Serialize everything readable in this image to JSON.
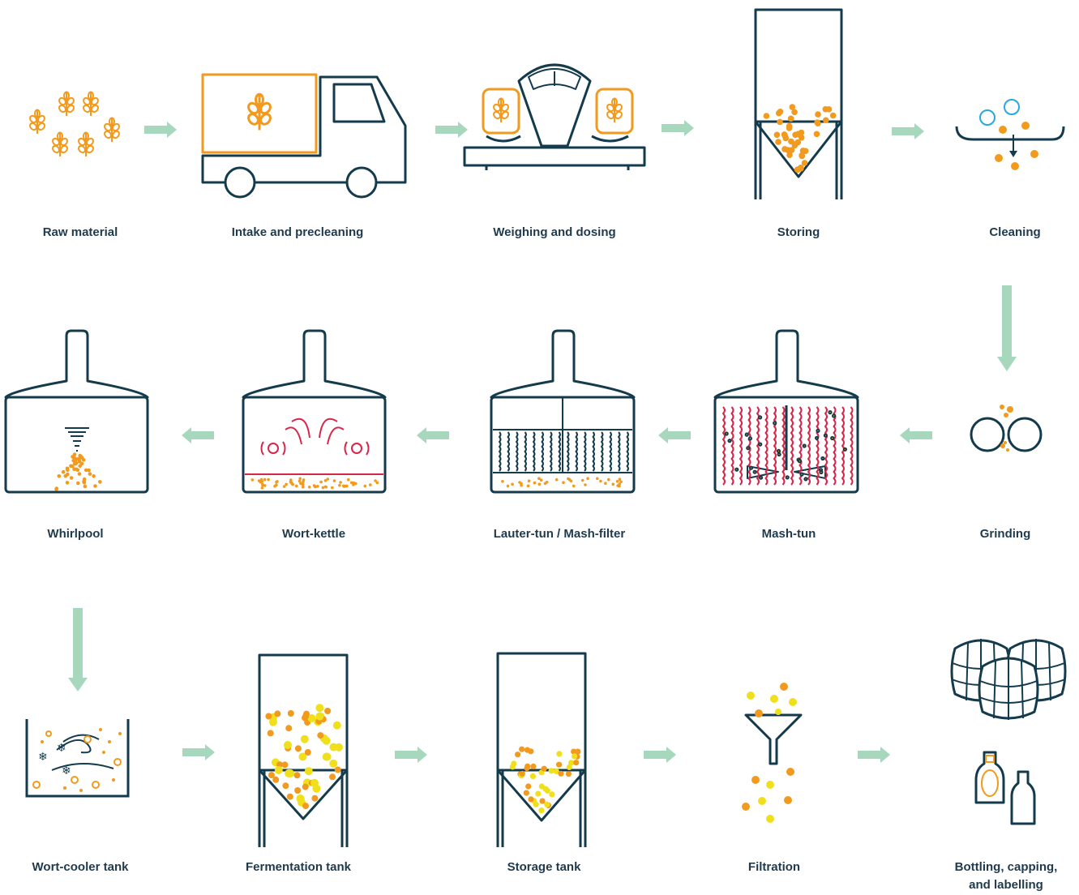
{
  "colors": {
    "outline": "#143b4c",
    "grain": "#f29a1e",
    "arrow": "#a7d8bd",
    "red": "#d8264a",
    "yellow": "#f0e01b",
    "blue": "#27a8e0"
  },
  "steps": [
    {
      "id": "raw-material",
      "label": "Raw material",
      "icon": "wheat-grains-icon"
    },
    {
      "id": "intake",
      "label": "Intake and precleaning",
      "icon": "truck-icon"
    },
    {
      "id": "weighing",
      "label": "Weighing and dosing",
      "icon": "scale-icon"
    },
    {
      "id": "storing",
      "label": "Storing",
      "icon": "silo-icon"
    },
    {
      "id": "cleaning",
      "label": "Cleaning",
      "icon": "cleaning-bowl-icon"
    },
    {
      "id": "grinding",
      "label": "Grinding",
      "icon": "grinding-rollers-icon"
    },
    {
      "id": "mash-tun",
      "label": "Mash-tun",
      "icon": "mash-tun-icon"
    },
    {
      "id": "lauter-tun",
      "label": "Lauter-tun / Mash-filter",
      "icon": "lauter-tun-icon"
    },
    {
      "id": "wort-kettle",
      "label": "Wort-kettle",
      "icon": "wort-kettle-icon"
    },
    {
      "id": "whirlpool",
      "label": "Whirlpool",
      "icon": "whirlpool-icon"
    },
    {
      "id": "wort-cooler",
      "label": "Wort-cooler tank",
      "icon": "wort-cooler-icon"
    },
    {
      "id": "fermentation",
      "label": "Fermentation tank",
      "icon": "fermentation-tank-icon"
    },
    {
      "id": "storage-tank",
      "label": "Storage tank",
      "icon": "storage-tank-icon"
    },
    {
      "id": "filtration",
      "label": "Filtration",
      "icon": "funnel-icon"
    },
    {
      "id": "bottling",
      "label": "Bottling, capping, and labelling",
      "icon": "barrels-bottles-icon"
    }
  ]
}
